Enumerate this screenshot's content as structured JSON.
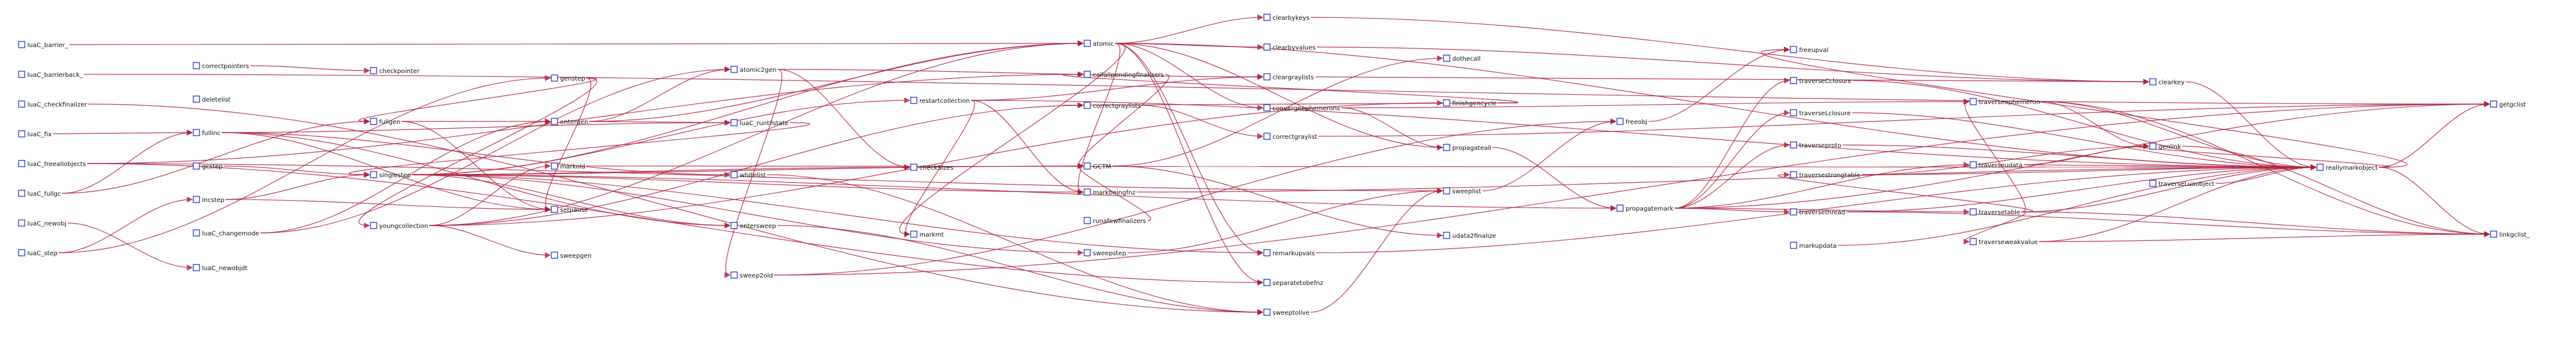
{
  "diagram": {
    "type": "call-graph",
    "colors": {
      "edge": "#b0203e",
      "node_border": "#2a3fb8",
      "node_fill": "#ffffff",
      "text": "#111111"
    },
    "nodes": [
      {
        "id": "luaC_barrier_",
        "label": "luaC_barrier_"
      },
      {
        "id": "luaC_barrierback_",
        "label": "luaC_barrierback_"
      },
      {
        "id": "luaC_checkfinalizer",
        "label": "luaC_checkfinalizer"
      },
      {
        "id": "luaC_fix",
        "label": "luaC_fix"
      },
      {
        "id": "luaC_freeallobjects",
        "label": "luaC_freeallobjects"
      },
      {
        "id": "luaC_fullgc",
        "label": "luaC_fullgc"
      },
      {
        "id": "luaC_newobj",
        "label": "luaC_newobj"
      },
      {
        "id": "luaC_step",
        "label": "luaC_step"
      },
      {
        "id": "correctpointers",
        "label": "correctpointers"
      },
      {
        "id": "delete_list",
        "label": "deletelist"
      },
      {
        "id": "fullinc",
        "label": "fullinc"
      },
      {
        "id": "gcstep",
        "label": "gcstep"
      },
      {
        "id": "incstep",
        "label": "incstep"
      },
      {
        "id": "luaC_changemode",
        "label": "luaC_changemode"
      },
      {
        "id": "luaC_newobjdt",
        "label": "luaC_newobjdt"
      },
      {
        "id": "checkpointer",
        "label": "checkpointer"
      },
      {
        "id": "fullgen",
        "label": "fullgen"
      },
      {
        "id": "singlestep",
        "label": "singlestep"
      },
      {
        "id": "genstep",
        "label": "genstep"
      },
      {
        "id": "entergen",
        "label": "entergen"
      },
      {
        "id": "markold",
        "label": "markold"
      },
      {
        "id": "setpause",
        "label": "setpause"
      },
      {
        "id": "sweepgen",
        "label": "sweepgen"
      },
      {
        "id": "atomic2gen",
        "label": "atomic2gen"
      },
      {
        "id": "luaC_runtilstate",
        "label": "luaC_runtilstate"
      },
      {
        "id": "entersweep",
        "label": "entersweep"
      },
      {
        "id": "whitelist",
        "label": "whitelist"
      },
      {
        "id": "sweep2old",
        "label": "sweep2old"
      },
      {
        "id": "restartcollection",
        "label": "restartcollection"
      },
      {
        "id": "youngcollection",
        "label": "youngcollection"
      },
      {
        "id": "atomic",
        "label": "atomic"
      },
      {
        "id": "callallpendingfinalizers",
        "label": "callallpendingfinalizers"
      },
      {
        "id": "checkSizes",
        "label": "checkSizes"
      },
      {
        "id": "correctgraylists",
        "label": "correctgraylists"
      },
      {
        "id": "GCTM",
        "label": "GCTM"
      },
      {
        "id": "sweepstep",
        "label": "sweepstep"
      },
      {
        "id": "markbeingfnz",
        "label": "markbeingfnz"
      },
      {
        "id": "markmt",
        "label": "markmt"
      },
      {
        "id": "remarkupvals",
        "label": "remarkupvals"
      },
      {
        "id": "separatetobefnz",
        "label": "separatetobefnz"
      },
      {
        "id": "sweeptolive",
        "label": "sweeptolive"
      },
      {
        "id": "cleargraylists",
        "label": "cleargraylists"
      },
      {
        "id": "clearbykeys",
        "label": "clearbykeys"
      },
      {
        "id": "clearbyvalues",
        "label": "clearbyvalues"
      },
      {
        "id": "convergeephemerons",
        "label": "convergeephemerons"
      },
      {
        "id": "correctgraylist",
        "label": "correctgraylist"
      },
      {
        "id": "runafewfinalizers",
        "label": "runafewfinalizers"
      },
      {
        "id": "sweeplist",
        "label": "sweeplist"
      },
      {
        "id": "dothecall",
        "label": "dothecall"
      },
      {
        "id": "finishgencycle",
        "label": "finishgencycle"
      },
      {
        "id": "propagateall",
        "label": "propagateall"
      },
      {
        "id": "freeobj",
        "label": "freeobj"
      },
      {
        "id": "traverseephemeron",
        "label": "traverseephemeron"
      },
      {
        "id": "propagatemark",
        "label": "propagatemark"
      },
      {
        "id": "udata2finalize",
        "label": "udata2finalize"
      },
      {
        "id": "freeupval",
        "label": "freeupval"
      },
      {
        "id": "traverseCclosure",
        "label": "traverseCclosure"
      },
      {
        "id": "traverseLclosure",
        "label": "traverseLclosure"
      },
      {
        "id": "traverseproto",
        "label": "traverseproto"
      },
      {
        "id": "traversestrongtable",
        "label": "traversestrongtable"
      },
      {
        "id": "traverseudata",
        "label": "traverseudata"
      },
      {
        "id": "traverseweakvalue",
        "label": "traverseweakvalue"
      },
      {
        "id": "traversethread",
        "label": "traversethread"
      },
      {
        "id": "traversetable",
        "label": "traversetable"
      },
      {
        "id": "traverseLuaobject",
        "label": "traverseLuaobject"
      },
      {
        "id": "markupdata",
        "label": "markupdata"
      },
      {
        "id": "clearkey",
        "label": "clearkey"
      },
      {
        "id": "getgclist",
        "label": "getgclist"
      },
      {
        "id": "genlink",
        "label": "genlink"
      },
      {
        "id": "linkgclist_",
        "label": "linkgclist_"
      },
      {
        "id": "reallymarkobject",
        "label": "reallymarkobject"
      }
    ],
    "edges": [
      [
        "luaC_barrier_",
        "atomic"
      ],
      [
        "luaC_barrierback_",
        "getgclist"
      ],
      [
        "luaC_checkfinalizer",
        "sweeptolive"
      ],
      [
        "luaC_fix",
        "fullinc"
      ],
      [
        "luaC_freeallobjects",
        "callallpendingfinalizers"
      ],
      [
        "luaC_freeallobjects",
        "separatetobefnz"
      ],
      [
        "luaC_freeallobjects",
        "sweeplist"
      ],
      [
        "luaC_fullgc",
        "fullgen"
      ],
      [
        "luaC_fullgc",
        "fullinc"
      ],
      [
        "luaC_step",
        "incstep"
      ],
      [
        "luaC_step",
        "genstep"
      ],
      [
        "luaC_newobj",
        "luaC_newobjdt"
      ],
      [
        "correctpointers",
        "checkpointer"
      ],
      [
        "fullinc",
        "luaC_runtilstate"
      ],
      [
        "fullinc",
        "entersweep"
      ],
      [
        "fullinc",
        "setpause"
      ],
      [
        "fullinc",
        "whitelist"
      ],
      [
        "gcstep",
        "singlestep"
      ],
      [
        "incstep",
        "singlestep"
      ],
      [
        "incstep",
        "setpause"
      ],
      [
        "luaC_changemode",
        "entergen"
      ],
      [
        "luaC_changemode",
        "atomic2gen"
      ],
      [
        "fullgen",
        "entergen"
      ],
      [
        "fullgen",
        "setpause"
      ],
      [
        "genstep",
        "youngcollection"
      ],
      [
        "genstep",
        "fullgen"
      ],
      [
        "genstep",
        "setpause"
      ],
      [
        "singlestep",
        "atomic"
      ],
      [
        "singlestep",
        "restartcollection"
      ],
      [
        "singlestep",
        "sweepstep"
      ],
      [
        "singlestep",
        "GCTM"
      ],
      [
        "singlestep",
        "propagatemark"
      ],
      [
        "singlestep",
        "entersweep"
      ],
      [
        "singlestep",
        "checkSizes"
      ],
      [
        "singlestep",
        "markbeingfnz"
      ],
      [
        "singlestep",
        "remarkupvals"
      ],
      [
        "entergen",
        "luaC_runtilstate"
      ],
      [
        "entergen",
        "atomic2gen"
      ],
      [
        "entergen",
        "atomic"
      ],
      [
        "markold",
        "reallymarkobject"
      ],
      [
        "atomic2gen",
        "sweep2old"
      ],
      [
        "atomic2gen",
        "checkSizes"
      ],
      [
        "atomic2gen",
        "cleargraylists"
      ],
      [
        "luaC_runtilstate",
        "singlestep"
      ],
      [
        "entersweep",
        "sweeptolive"
      ],
      [
        "whitelist",
        "sweeptolive"
      ],
      [
        "sweep2old",
        "freeobj"
      ],
      [
        "sweep2old",
        "getgclist"
      ],
      [
        "youngcollection",
        "atomic"
      ],
      [
        "youngcollection",
        "sweepgen"
      ],
      [
        "youngcollection",
        "correctgraylists"
      ],
      [
        "youngcollection",
        "markold"
      ],
      [
        "youngcollection",
        "finishgencycle"
      ],
      [
        "restartcollection",
        "markmt"
      ],
      [
        "restartcollection",
        "markbeingfnz"
      ],
      [
        "restartcollection",
        "cleargraylists"
      ],
      [
        "restartcollection",
        "reallymarkobject"
      ],
      [
        "atomic",
        "propagateall"
      ],
      [
        "atomic",
        "convergeephemerons"
      ],
      [
        "atomic",
        "clearbykeys"
      ],
      [
        "atomic",
        "clearbyvalues"
      ],
      [
        "atomic",
        "separatetobefnz"
      ],
      [
        "atomic",
        "markbeingfnz"
      ],
      [
        "atomic",
        "remarkupvals"
      ],
      [
        "atomic",
        "markmt"
      ],
      [
        "atomic",
        "reallymarkobject"
      ],
      [
        "callallpendingfinalizers",
        "GCTM"
      ],
      [
        "correctgraylists",
        "correctgraylist"
      ],
      [
        "correctgraylist",
        "getgclist"
      ],
      [
        "GCTM",
        "udata2finalize"
      ],
      [
        "GCTM",
        "dothecall"
      ],
      [
        "sweepstep",
        "sweeplist"
      ],
      [
        "markbeingfnz",
        "reallymarkobject"
      ],
      [
        "remarkupvals",
        "reallymarkobject"
      ],
      [
        "sweeptolive",
        "sweeplist"
      ],
      [
        "sweeplist",
        "freeobj"
      ],
      [
        "convergeephemerons",
        "traverseephemeron"
      ],
      [
        "convergeephemerons",
        "propagateall"
      ],
      [
        "runafewfinalizers",
        "GCTM"
      ],
      [
        "finishgencycle",
        "correctgraylists"
      ],
      [
        "finishgencycle",
        "callallpendingfinalizers"
      ],
      [
        "propagateall",
        "propagatemark"
      ],
      [
        "freeobj",
        "freeupval"
      ],
      [
        "propagatemark",
        "traverseCclosure"
      ],
      [
        "propagatemark",
        "traverseLclosure"
      ],
      [
        "propagatemark",
        "traverseproto"
      ],
      [
        "propagatemark",
        "traversetable"
      ],
      [
        "propagatemark",
        "traverseudata"
      ],
      [
        "propagatemark",
        "traversethread"
      ],
      [
        "propagatemark",
        "getgclist"
      ],
      [
        "traverseephemeron",
        "genlink"
      ],
      [
        "traverseephemeron",
        "reallymarkobject"
      ],
      [
        "traverseephemeron",
        "linkgclist_"
      ],
      [
        "traverseCclosure",
        "reallymarkobject"
      ],
      [
        "traverseLclosure",
        "reallymarkobject"
      ],
      [
        "traverseproto",
        "reallymarkobject"
      ],
      [
        "traversestrongtable",
        "genlink"
      ],
      [
        "traversestrongtable",
        "reallymarkobject"
      ],
      [
        "traverseudata",
        "genlink"
      ],
      [
        "traverseudata",
        "reallymarkobject"
      ],
      [
        "traverseweakvalue",
        "linkgclist_"
      ],
      [
        "traverseweakvalue",
        "reallymarkobject"
      ],
      [
        "traversethread",
        "linkgclist_"
      ],
      [
        "traversethread",
        "reallymarkobject"
      ],
      [
        "traversetable",
        "traverseephemeron"
      ],
      [
        "traversetable",
        "traverseweakvalue"
      ],
      [
        "traversetable",
        "traversestrongtable"
      ],
      [
        "traversetable",
        "linkgclist_"
      ],
      [
        "traversetable",
        "reallymarkobject"
      ],
      [
        "traverseLuaobject",
        "reallymarkobject"
      ],
      [
        "markupdata",
        "reallymarkobject"
      ],
      [
        "clearkey",
        "reallymarkobject"
      ],
      [
        "clearbykeys",
        "clearkey"
      ],
      [
        "clearbyvalues",
        "clearkey"
      ],
      [
        "cleargraylists",
        "clearkey"
      ],
      [
        "reallymarkobject",
        "linkgclist_"
      ],
      [
        "reallymarkobject",
        "getgclist"
      ],
      [
        "genlink",
        "linkgclist_"
      ],
      [
        "reallymarkobject",
        "genlink"
      ],
      [
        "reallymarkobject",
        "freeupval"
      ]
    ]
  }
}
